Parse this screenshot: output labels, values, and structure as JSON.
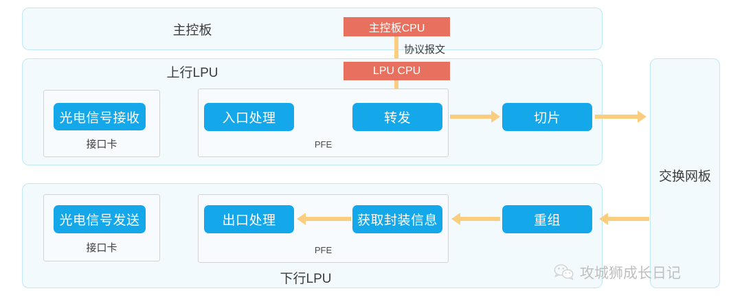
{
  "diagram": {
    "title_hidden": "",
    "colors": {
      "panel_fill": "#f3fafd",
      "panel_border": "#bfe7f5",
      "process_blue": "#14a8eb",
      "cpu_salmon": "#e8705f",
      "arrow_orange": "#fbcd7e",
      "text_dark": "#3c3c3c",
      "watermark_grey": "#bfbfbf"
    }
  },
  "main_board": {
    "label": "主控板",
    "cpu": "主控板CPU"
  },
  "protocol_arrow": {
    "label": "协议报文"
  },
  "uplink_lpu": {
    "label": "上行LPU",
    "cpu": "LPU CPU",
    "interface_card": {
      "box": "光电信号接收",
      "caption": "接口卡"
    },
    "pfe": {
      "caption": "PFE",
      "boxes": [
        "入口处理",
        "转发"
      ]
    },
    "slice_box": "切片"
  },
  "downlink_lpu": {
    "label": "下行LPU",
    "interface_card": {
      "box": "光电信号发送",
      "caption": "接口卡"
    },
    "pfe": {
      "caption": "PFE",
      "boxes": [
        "出口处理",
        "获取封装信息"
      ]
    },
    "reassemble_box": "重组"
  },
  "switch_fabric": {
    "label": "交换网板"
  },
  "watermark": {
    "text": "攻城狮成长日记",
    "icon": "wechat-icon"
  }
}
